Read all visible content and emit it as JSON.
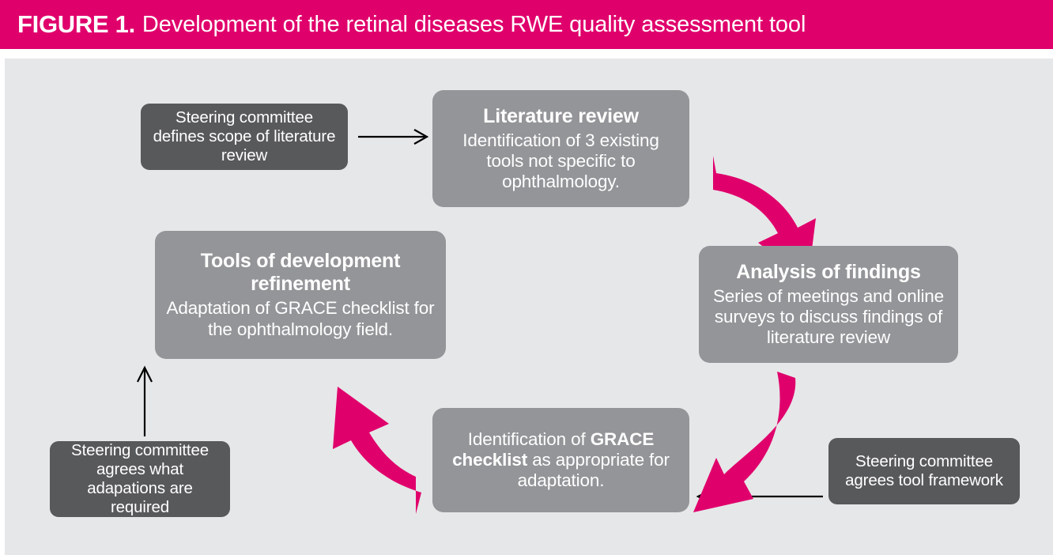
{
  "header": {
    "figure_label": "FIGURE 1.",
    "caption": "Development of the retinal diseases RWE quality assessment tool",
    "background_color": "#e0006c",
    "text_color": "#ffffff"
  },
  "colors": {
    "canvas_background": "#e6e7e8",
    "primary_node": "#939598",
    "secondary_node": "#58595b",
    "accent_arrow": "#e0006c",
    "thin_arrow": "#000000",
    "node_text": "#ffffff"
  },
  "diagram": {
    "type": "cycle-flow",
    "nodes": [
      {
        "id": "steering-scope",
        "kind": "secondary",
        "title": "",
        "body": "Steering committee defines scope of literature review"
      },
      {
        "id": "literature-review",
        "kind": "primary",
        "title": "Literature review",
        "body": "Identification of 3 existing tools not specific to ophthalmology."
      },
      {
        "id": "analysis-of-findings",
        "kind": "primary",
        "title": "Analysis of findings",
        "body": "Series of meetings and online surveys to discuss findings of literature review"
      },
      {
        "id": "grace-checklist",
        "kind": "primary",
        "title": "",
        "body_html": "Identification of <b>GRACE checklist</b> as appropriate for adaptation.",
        "body_plain": "Identification of GRACE checklist as appropriate for adaptation."
      },
      {
        "id": "tools-of-development-refinement",
        "kind": "primary",
        "title": "Tools of development refinement",
        "body": "Adaptation of GRACE checklist for the ophthalmology field."
      },
      {
        "id": "steering-adaptations",
        "kind": "secondary",
        "title": "",
        "body": "Steering committee agrees what adapations are required"
      },
      {
        "id": "steering-framework",
        "kind": "secondary",
        "title": "",
        "body": "Steering committee agrees tool framework"
      }
    ],
    "connections": [
      {
        "from": "steering-scope",
        "to": "literature-review",
        "style": "thin-straight",
        "direction": "right"
      },
      {
        "from": "literature-review",
        "to": "analysis-of-findings",
        "style": "thick-curved",
        "direction": "down-right"
      },
      {
        "from": "analysis-of-findings",
        "to": "grace-checklist",
        "style": "thick-curved",
        "direction": "down-left"
      },
      {
        "from": "grace-checklist",
        "to": "tools-of-development-refinement",
        "style": "thick-curved",
        "direction": "up-left"
      },
      {
        "from": "steering-adaptations",
        "to": "tools-of-development-refinement",
        "style": "thin-straight",
        "direction": "up"
      },
      {
        "from": "steering-framework",
        "to": "grace-checklist",
        "style": "thin-straight",
        "direction": "left"
      }
    ]
  }
}
